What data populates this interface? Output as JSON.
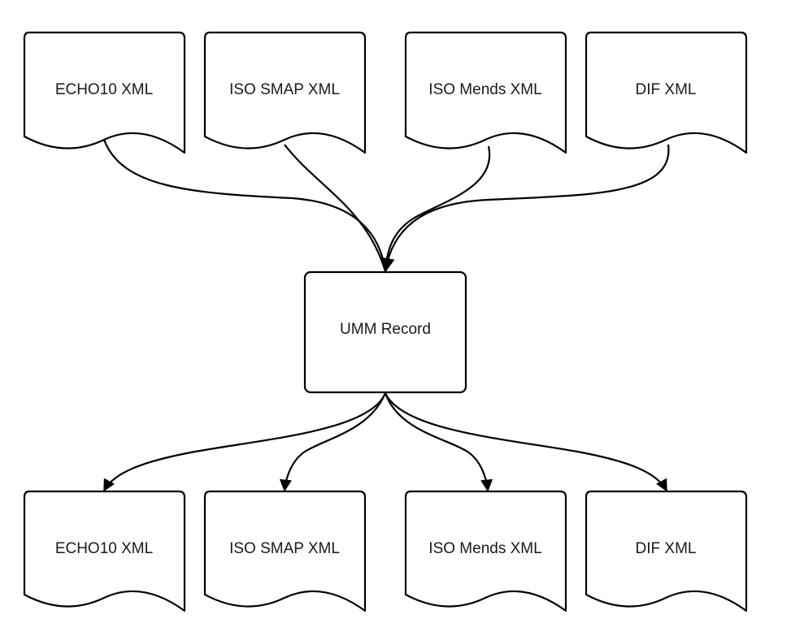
{
  "inputs": [
    {
      "label": "ECHO10 XML"
    },
    {
      "label": "ISO SMAP XML"
    },
    {
      "label": "ISO Mends XML"
    },
    {
      "label": "DIF XML"
    }
  ],
  "center": {
    "label": "UMM Record"
  },
  "outputs": [
    {
      "label": "ECHO10 XML"
    },
    {
      "label": "ISO SMAP XML"
    },
    {
      "label": "ISO Mends XML"
    },
    {
      "label": "DIF XML"
    }
  ]
}
